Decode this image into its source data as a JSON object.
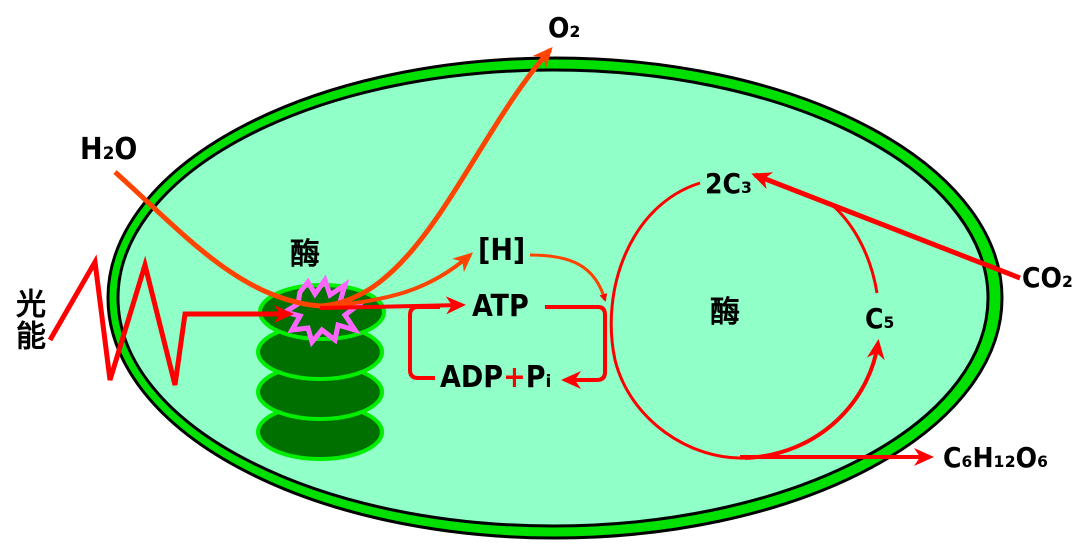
{
  "labels": {
    "o2": "O₂",
    "h2o": "H₂O",
    "light_energy": "光能",
    "enzyme_light": "酶",
    "h": "[H]",
    "atp": "ATP",
    "adp": "ADP",
    "plus": "+",
    "pi": "Pᵢ",
    "enzyme_dark": "酶",
    "c3": "2C₃",
    "c5": "C₅",
    "co2": "CO₂",
    "glucose": "C₆H₁₂O₆"
  },
  "colors": {
    "membrane": "#00e000",
    "stroma": "#90ffc8",
    "thylakoid": "#007000",
    "arrow": "#ff0000",
    "arrow_orange": "#ff4400",
    "flash": "#ff66ff"
  }
}
